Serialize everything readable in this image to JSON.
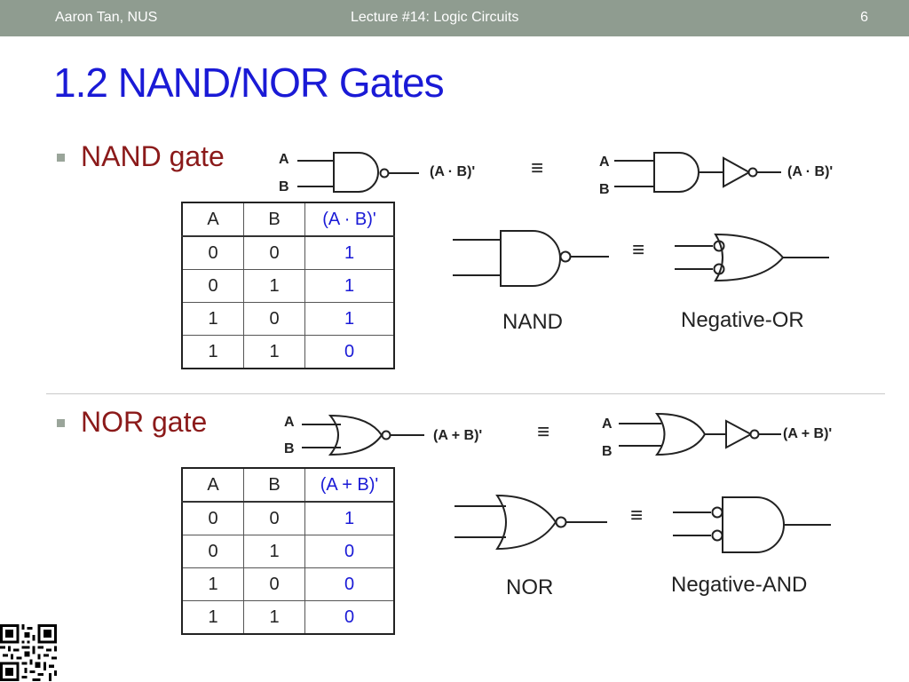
{
  "header": {
    "author": "Aaron Tan, NUS",
    "lecture": "Lecture #14: Logic Circuits",
    "page": "6"
  },
  "title": "1.2 NAND/NOR Gates",
  "nand": {
    "bullet": "NAND gate",
    "in_a": "A",
    "in_b": "B",
    "output": "(A · B)'",
    "equiv": "≡",
    "table": {
      "headers": [
        "A",
        "B",
        "(A · B)'"
      ],
      "rows": [
        [
          "0",
          "0",
          "1"
        ],
        [
          "0",
          "1",
          "1"
        ],
        [
          "1",
          "0",
          "1"
        ],
        [
          "1",
          "1",
          "0"
        ]
      ]
    },
    "label_left": "NAND",
    "label_right": "Negative-OR"
  },
  "nor": {
    "bullet": "NOR gate",
    "in_a": "A",
    "in_b": "B",
    "output": "(A + B)'",
    "equiv": "≡",
    "table": {
      "headers": [
        "A",
        "B",
        "(A + B)'"
      ],
      "rows": [
        [
          "0",
          "0",
          "1"
        ],
        [
          "0",
          "1",
          "0"
        ],
        [
          "1",
          "0",
          "0"
        ],
        [
          "1",
          "1",
          "0"
        ]
      ]
    },
    "label_left": "NOR",
    "label_right": "Negative-AND"
  }
}
